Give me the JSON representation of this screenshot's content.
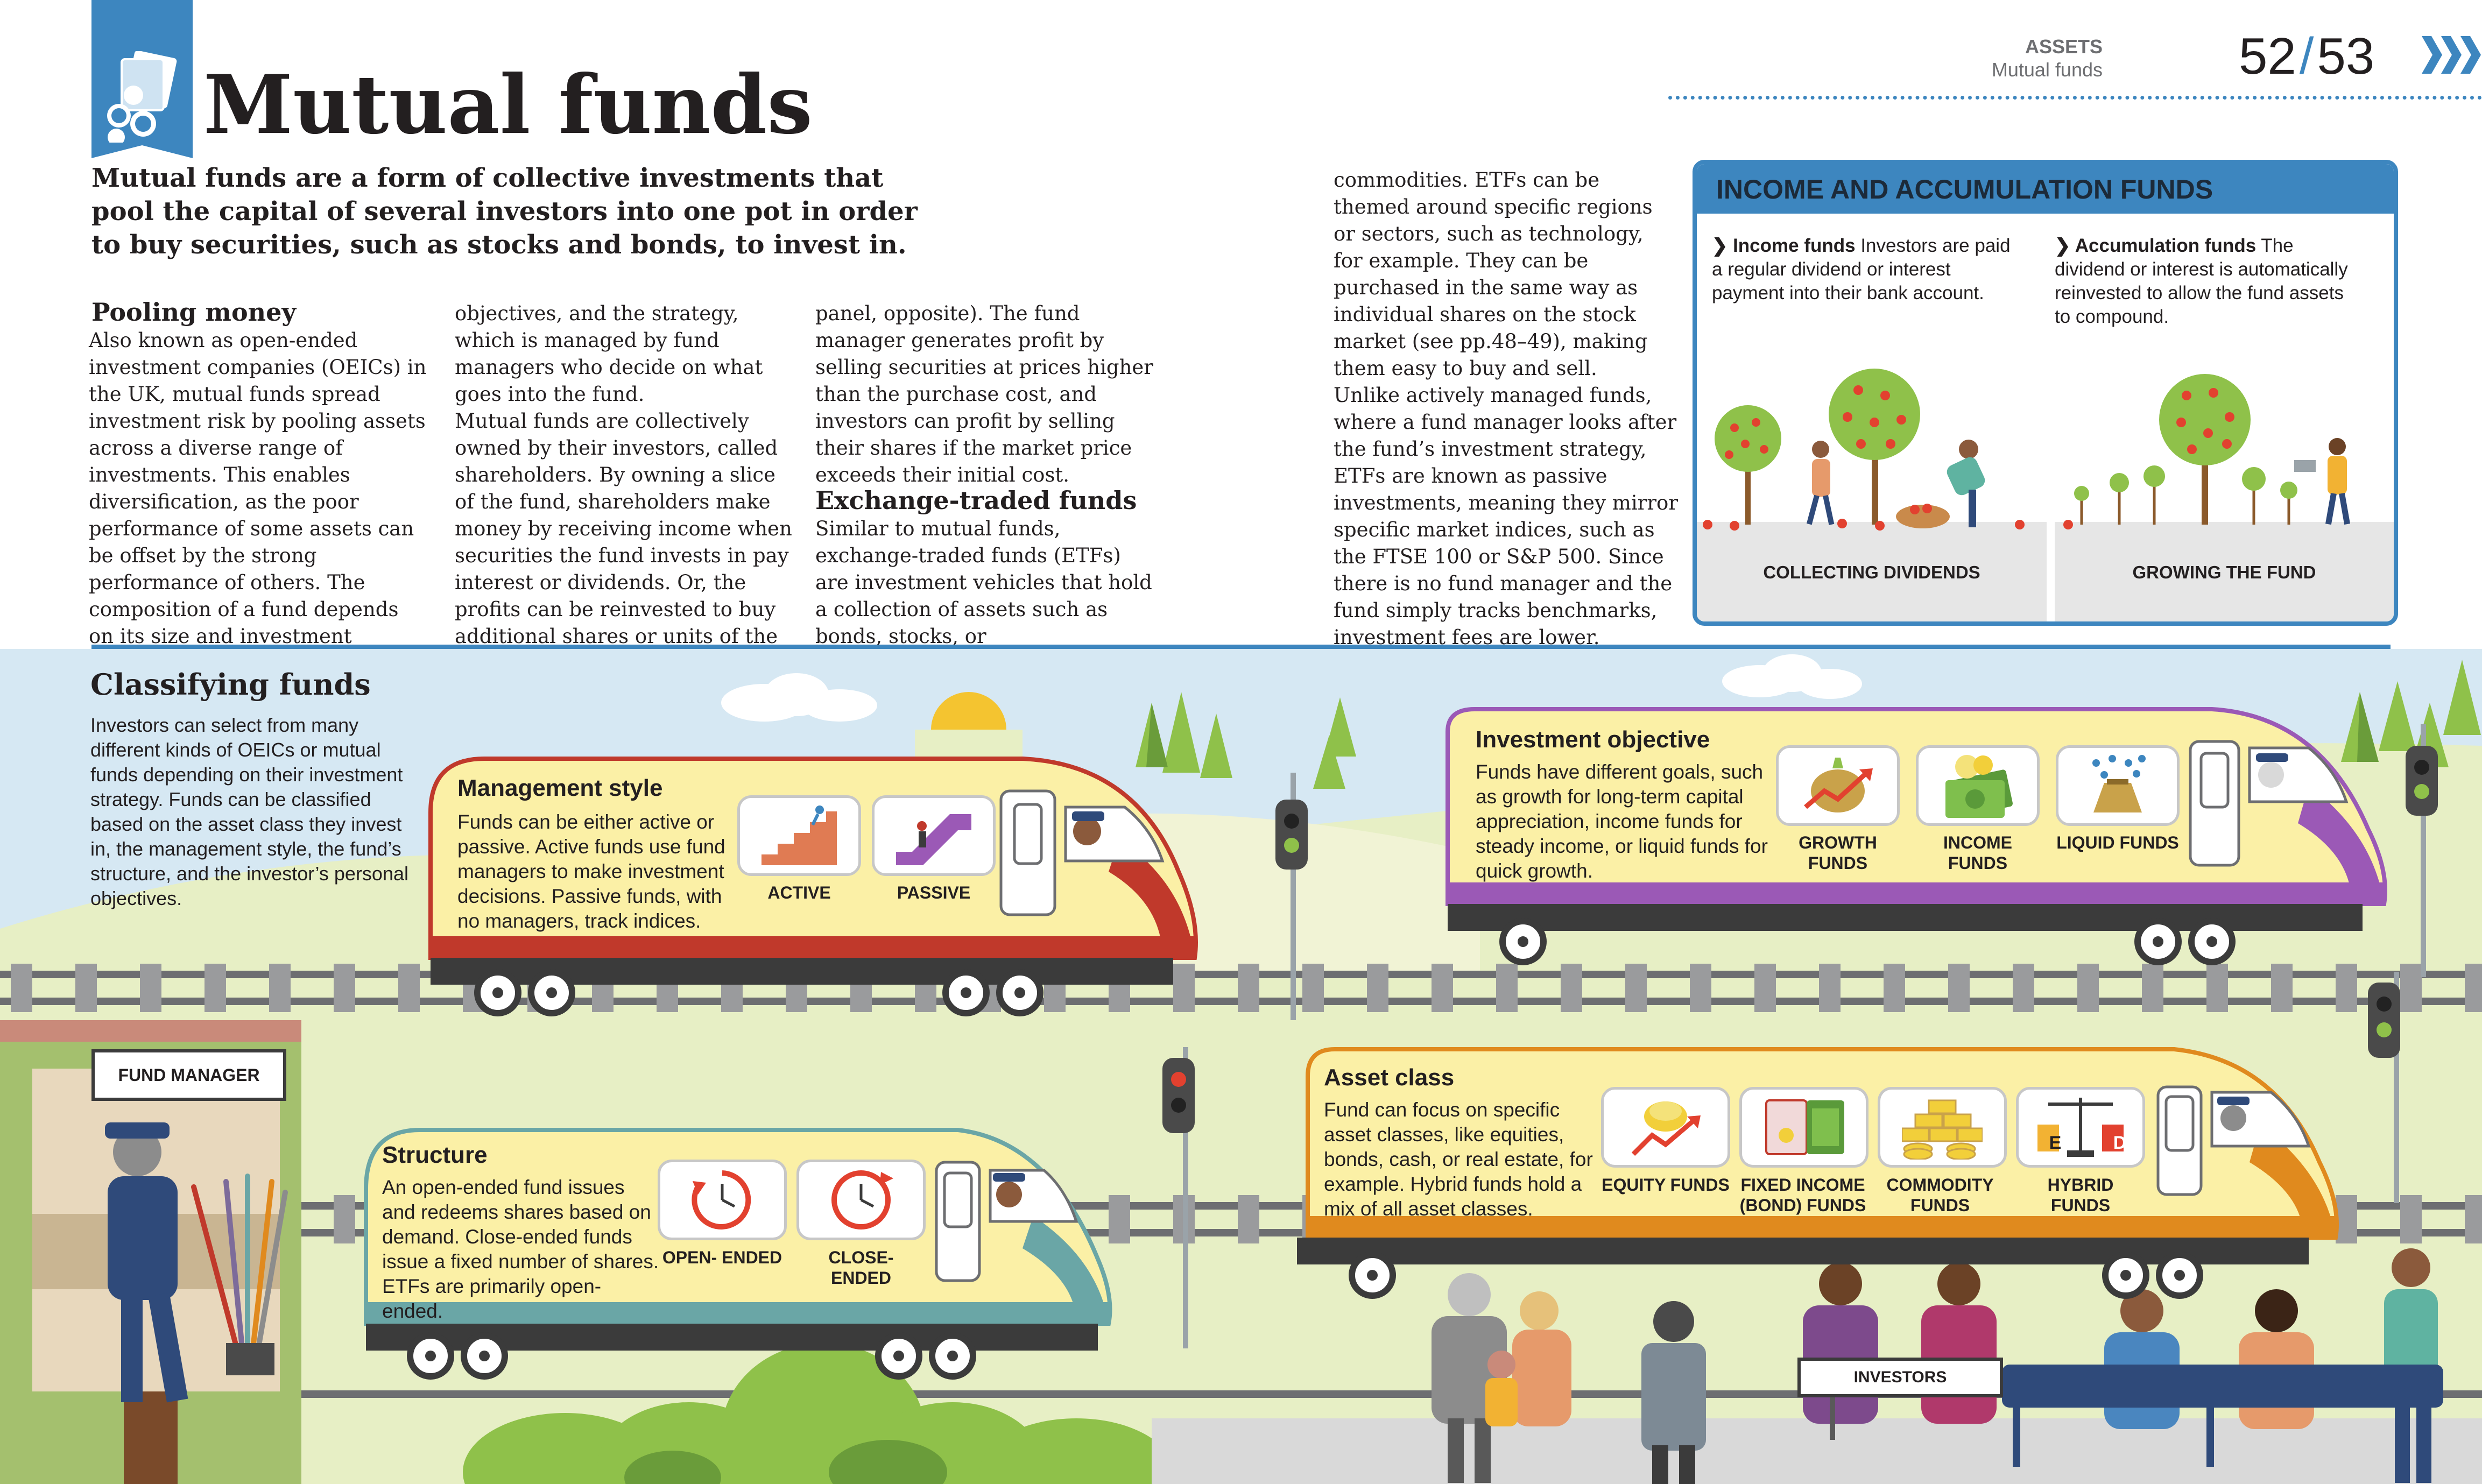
{
  "header": {
    "section": "ASSETS",
    "subsection": "Mutual funds",
    "page_left": "52",
    "page_sep": "/",
    "page_right": "53"
  },
  "title": "Mutual funds",
  "intro": "Mutual funds are a form of collective investments that pool the capital of several investors into one pot in order to buy securities, such as stocks and bonds, to invest in.",
  "columns": {
    "pooling_heading": "Pooling money",
    "col1": "Also known as open-ended investment companies (OEICs) in the UK, mutual funds spread investment risk by pooling assets across a diverse range of investments. This enables diversification, as the poor performance of some assets can be offset by the strong performance of others. The composition of a fund depends on its size and investment",
    "col2": "objectives, and the strategy, which is managed by fund managers who decide on what goes into the fund.\n   Mutual funds are collectively owned by their investors, called shareholders. By owning a slice of the fund, shareholders make money by receiving income when securities the fund invests in pay interest or dividends. Or, the profits can be reinvested to buy additional shares or units of the fund (see",
    "col3": "panel, opposite). The fund manager generates profit by selling securities at prices higher than the purchase cost, and investors can profit by selling their shares if the market price exceeds their initial cost.",
    "etf_heading": "Exchange-traded funds",
    "col3b": "Similar to mutual funds, exchange-traded funds (ETFs) are investment vehicles that hold a collection of assets such as bonds, stocks, or",
    "col4": "commodities. ETFs can be themed around specific regions or sectors, such as technology, for example. They can be purchased in the same way as individual shares on the stock market (see pp.48–49), making them easy to buy and sell.\n   Unlike actively managed funds, where a fund manager looks after the fund’s investment strategy, ETFs are known as passive investments, meaning they mirror specific market indices, such as the FTSE 100 or S&P 500. Since there is no fund manager and the fund simply tracks benchmarks, investment fees are lower."
  },
  "panel": {
    "title": "INCOME AND ACCUMULATION FUNDS",
    "income_label": "Income funds",
    "income_text": "Investors are paid a regular dividend or interest payment into their bank account.",
    "accum_label": "Accumulation funds",
    "accum_text": "The dividend or interest is automatically reinvested to allow the fund assets to compound.",
    "caption_left": "COLLECTING DIVIDENDS",
    "caption_right": "GROWING THE FUND"
  },
  "classifying": {
    "heading": "Classifying funds",
    "text": "Investors can select from many different kinds of OEICs or mutual funds depending on their investment strategy. Funds can be classified based on the asset class they invest in, the management style, the fund’s structure, and the investor’s personal objectives."
  },
  "trains": {
    "management": {
      "title": "Management style",
      "text": "Funds can be either active or passive. Active funds use fund managers to make investment decisions. Passive funds, with no managers, track indices.",
      "cards": [
        "ACTIVE",
        "PASSIVE"
      ]
    },
    "objective": {
      "title": "Investment objective",
      "text": "Funds have different goals, such as growth for long-term capital appreciation, income funds for steady income, or liquid funds for quick growth.",
      "cards": [
        "GROWTH FUNDS",
        "INCOME FUNDS",
        "LIQUID FUNDS"
      ]
    },
    "structure": {
      "title": "Structure",
      "text": "An open-ended fund issues and redeems shares based on demand. Close-ended funds issue a fixed number of shares. ETFs are primarily open-ended.",
      "cards": [
        "OPEN- ENDED",
        "CLOSE- ENDED"
      ]
    },
    "asset": {
      "title": "Asset class",
      "text": "Fund can focus on specific asset classes, like equities, bonds, cash, or real estate, for example. Hybrid funds hold a mix of all asset classes.",
      "cards": [
        "EQUITY FUNDS",
        "FIXED INCOME (BOND) FUNDS",
        "COMMODITY FUNDS",
        "HYBRID FUNDS"
      ]
    }
  },
  "signs": {
    "fund_manager": "FUND MANAGER",
    "investors": "INVESTORS"
  },
  "hybrid_letters": [
    "E",
    "D"
  ],
  "colors": {
    "brand_blue": "#3d86bf",
    "panel_blue": "#3d86bf",
    "train_yellow": "#fbf0a6",
    "red_nose": "#c0392b",
    "purple_nose": "#9b59b6",
    "teal_nose": "#6aa6a6",
    "orange_nose": "#e08a1e",
    "sky": "#cfe3f2",
    "grass": "#e7efc5"
  }
}
